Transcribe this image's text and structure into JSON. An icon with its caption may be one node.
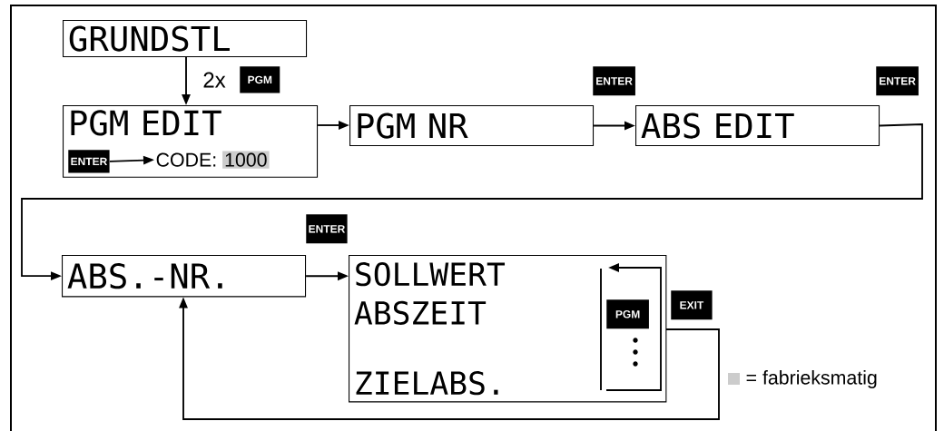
{
  "diagram": {
    "nodes": [
      {
        "text": [
          "GRUNDSTL"
        ]
      },
      {
        "text": [
          "PGM"
        ]
      },
      {
        "text": [
          "ENTER"
        ]
      },
      {
        "text": [
          "ENTER"
        ]
      },
      {
        "text": [
          "PGM EDIT"
        ]
      },
      {
        "text": [
          "ENTER"
        ],
        "in": 4
      },
      {
        "text": [
          "CODE:",
          "1000"
        ],
        "in": 4
      },
      {
        "text": [
          "PGM NR"
        ]
      },
      {
        "text": [
          "ABS EDIT"
        ]
      },
      {
        "text": [
          "ENTER"
        ]
      },
      {
        "text": [
          "ABS.-NR."
        ]
      },
      {
        "text": [
          "SOLLWERT",
          "ABSZEIT",
          "ZIELABS."
        ]
      },
      {
        "text": [
          "PGM"
        ],
        "in": 11
      },
      {
        "text": [
          "EXIT"
        ]
      }
    ],
    "edges": [
      {
        "from": 0,
        "to": 4,
        "arrow": "to",
        "label": "2x"
      },
      {
        "from": 5,
        "to": 6,
        "arrow": "to"
      },
      {
        "from": 4,
        "to": 7,
        "arrow": "to"
      },
      {
        "from": 7,
        "to": 8,
        "arrow": "to"
      },
      {
        "from": 8,
        "to": 10,
        "arrow": "to"
      },
      {
        "from": 10,
        "to": 11,
        "arrow": "to"
      },
      {
        "from": 11,
        "to": 10,
        "arrow": "to"
      }
    ],
    "legend": [
      {
        "text": "= fabrieksmatig",
        "color": "#cccccc"
      }
    ]
  }
}
